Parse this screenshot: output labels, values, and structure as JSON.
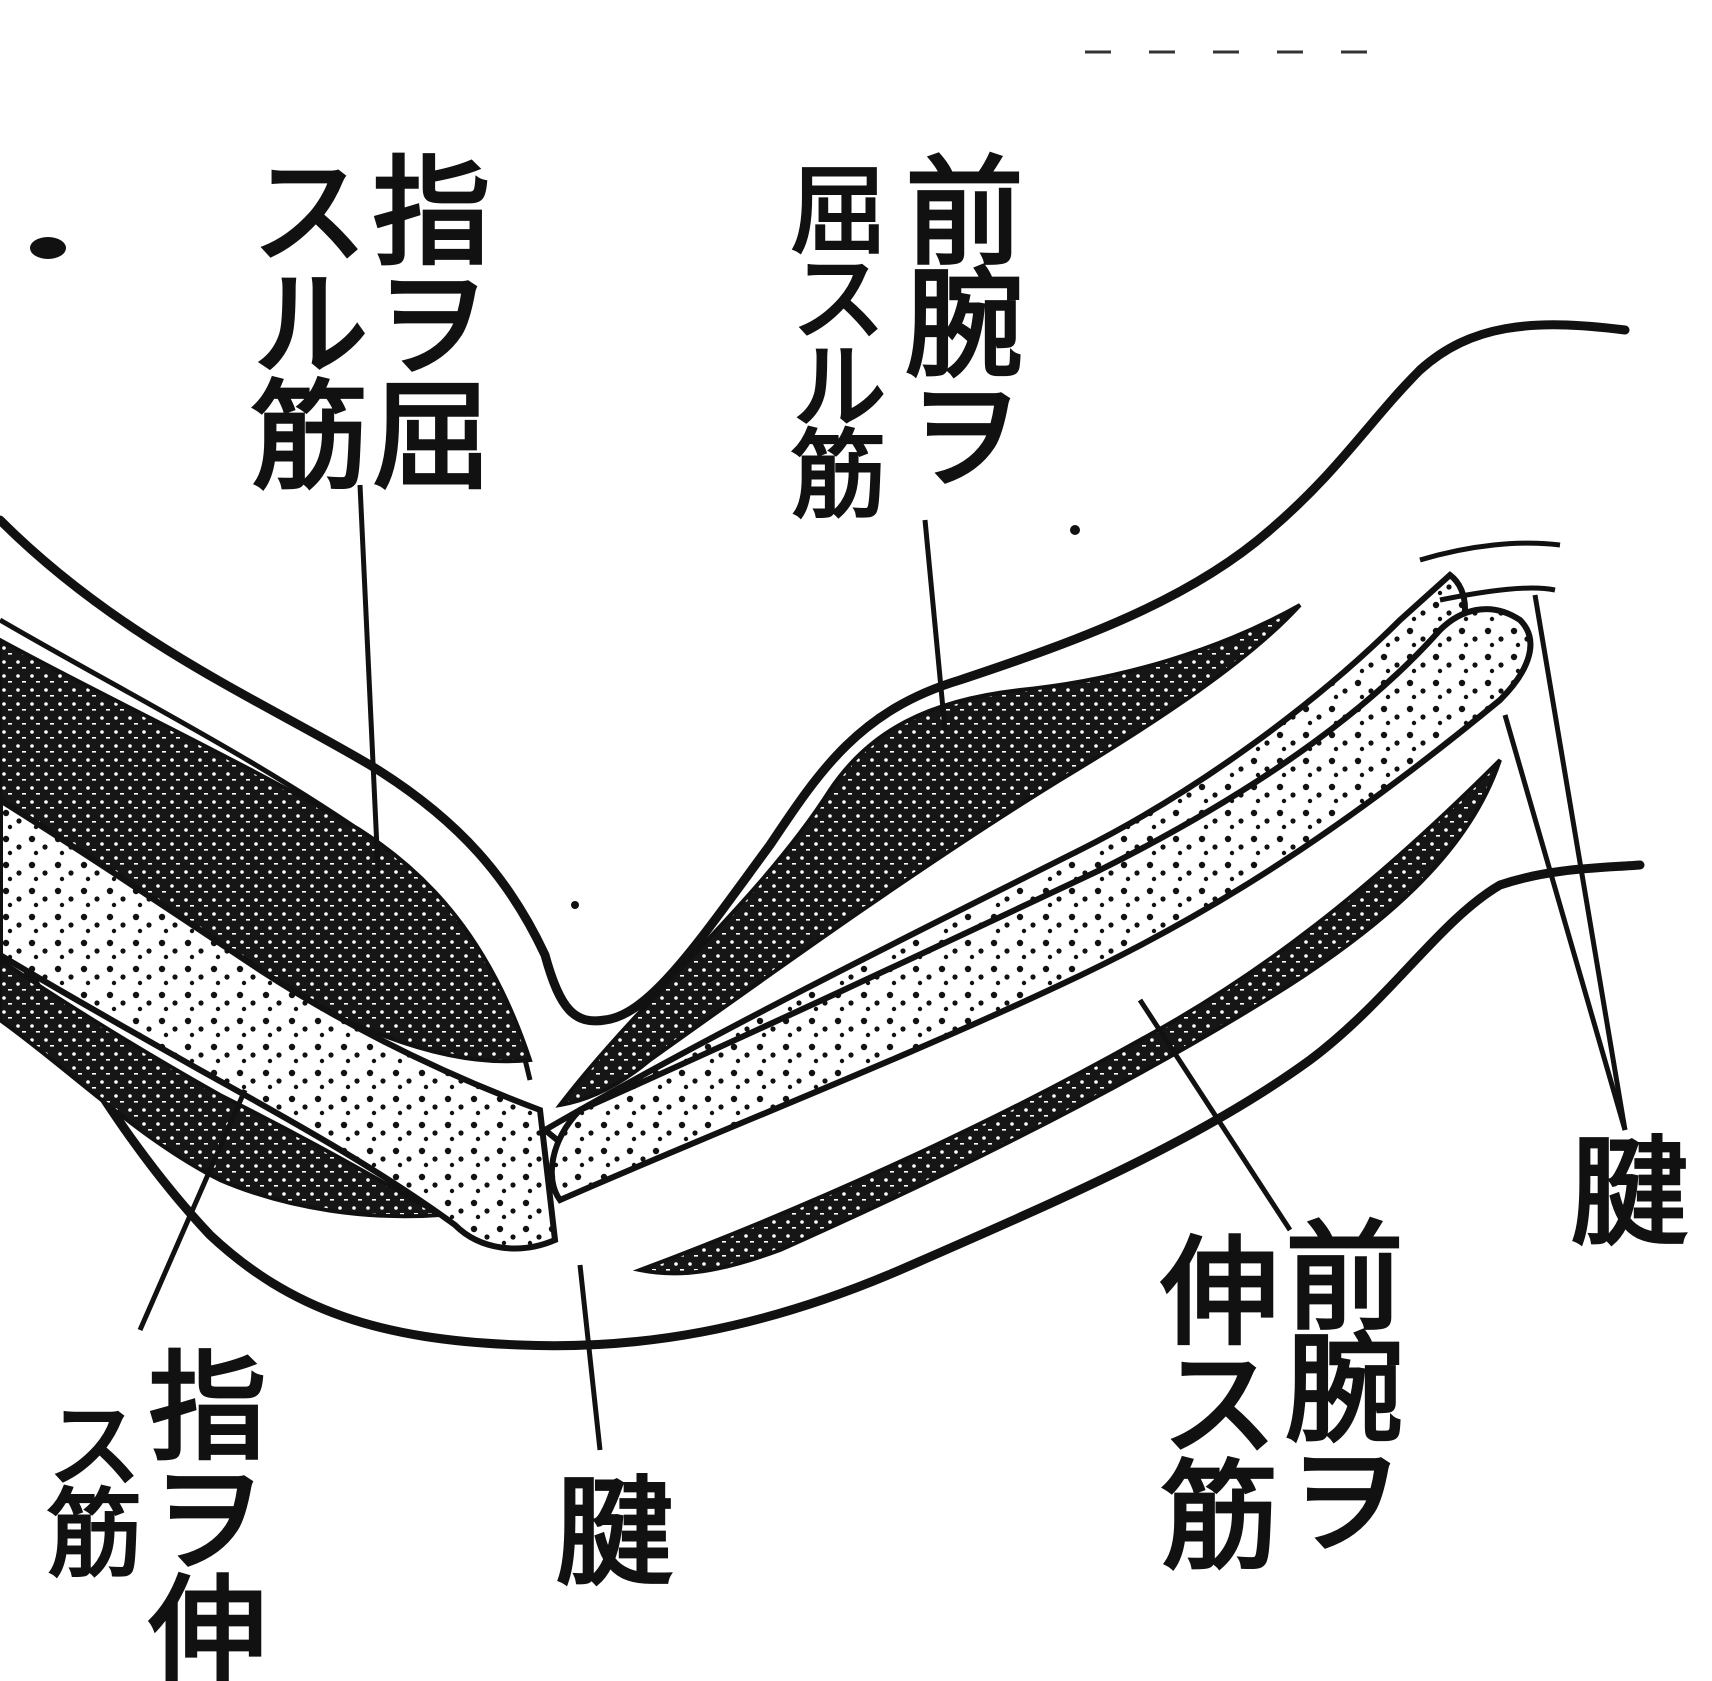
{
  "labels": {
    "finger_flexor_l1": "指ヲ屈",
    "finger_flexor_l2": "スル筋",
    "forearm_flexor_l1": "前腕ヲ",
    "forearm_flexor_l2": "屈スル筋",
    "tendon_right": "腱",
    "forearm_extensor_l1": "前腕ヲ",
    "forearm_extensor_l2": "伸ス筋",
    "tendon_bottom": "腱",
    "finger_extensor_l1": "指ヲ伸",
    "finger_extensor_l2": "ス筋"
  },
  "colors": {
    "ink": "#111111",
    "paper": "#ffffff"
  }
}
